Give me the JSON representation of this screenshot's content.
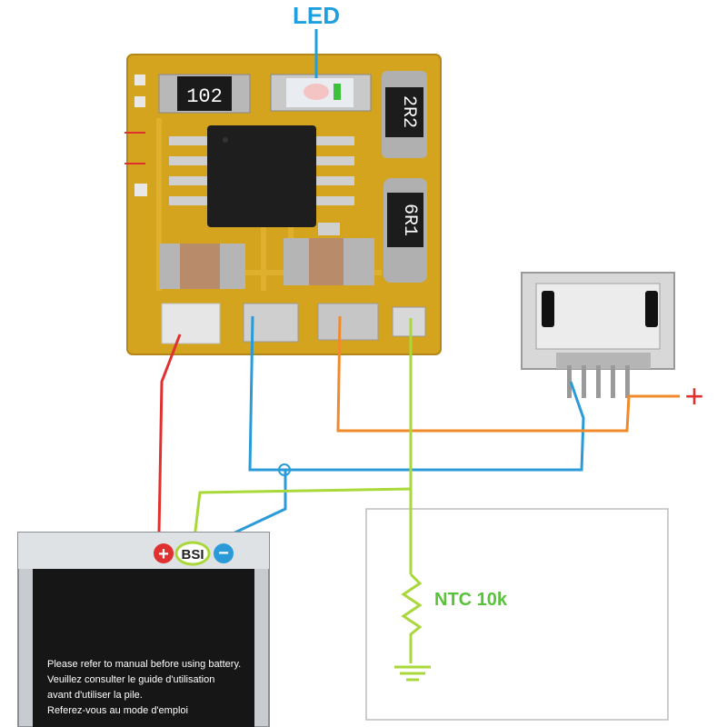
{
  "led_label": "LED",
  "resistor_1_marking": "102",
  "inductor_marking": "2R2",
  "resistor_2_marking": "6R1",
  "battery": {
    "plus_symbol": "+",
    "bsi_label": "BSI",
    "minus_symbol": "−",
    "warning_lines": [
      "Please refer to manual before using battery.",
      "Veuillez consulter le guide d'utilisation",
      "avant d'utiliser la pile.",
      "Referez-vous au mode d'emploi"
    ]
  },
  "usb_plus_label": "+",
  "ntc_label": "NTC 10k",
  "colors": {
    "pcb": "#d4a41f",
    "red_wire": "#e03030",
    "blue_wire": "#2a9bd8",
    "orange_wire": "#f08a2a",
    "green_wire": "#a8d83a",
    "label_blue": "#1ea0e0",
    "ntc_green": "#5ac23a"
  }
}
